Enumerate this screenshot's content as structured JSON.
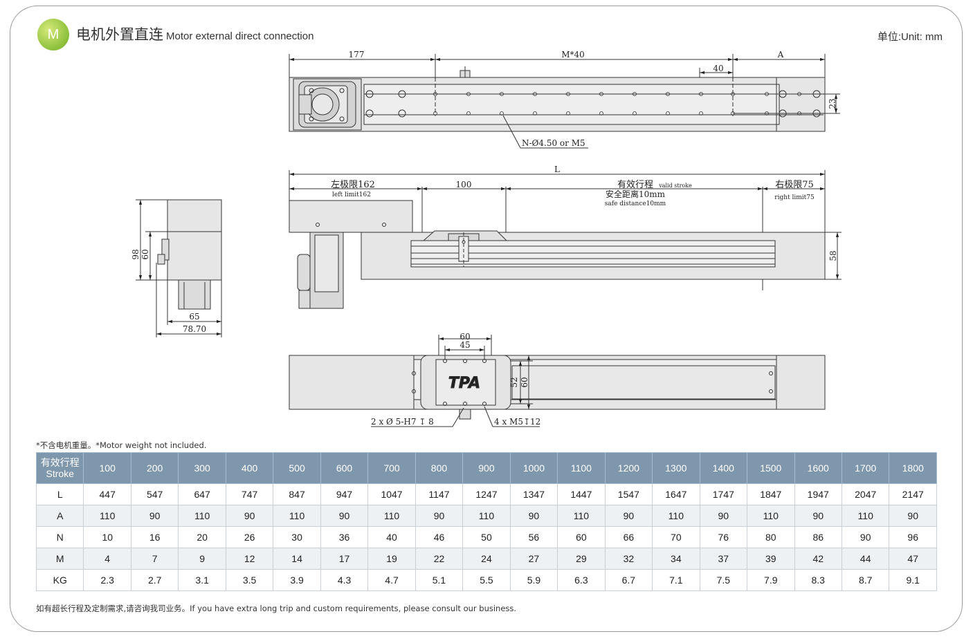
{
  "header": {
    "badge": "M",
    "title_cn": "电机外置直连",
    "title_en": "Motor external direct connection",
    "unit": "单位:Unit: mm"
  },
  "dims": {
    "d177": "177",
    "m40": "M*40",
    "a": "A",
    "d40": "40",
    "d23": "23",
    "hole": "N-Ø4.50 or M5",
    "l": "L",
    "left_limit_cn": "左极限162",
    "left_limit_en": "left limit162",
    "d100": "100",
    "valid_cn": "有效行程",
    "valid_en": "valid stroke",
    "safe_cn": "安全距离10mm",
    "safe_en": "safe distance10mm",
    "right_limit_cn": "右极限75",
    "right_limit_en": "right limit75",
    "d58": "58",
    "d98": "98",
    "d60v": "60",
    "d65": "65",
    "d7870": "78.70",
    "d60": "60",
    "d45": "45",
    "d52": "52",
    "d60b": "60",
    "logo": "TPA",
    "pin": "2 x Ø 5-H7 ↧ 8",
    "screw": "4 x M5↧12"
  },
  "note": "*不含电机重量。*Motor weight not included.",
  "table": {
    "header_cn": "有效行程",
    "header_en": "Stroke",
    "strokes": [
      "100",
      "200",
      "300",
      "400",
      "500",
      "600",
      "700",
      "800",
      "900",
      "1000",
      "1100",
      "1200",
      "1300",
      "1400",
      "1500",
      "1600",
      "1700",
      "1800"
    ],
    "rows": [
      {
        "label": "L",
        "values": [
          "447",
          "547",
          "647",
          "747",
          "847",
          "947",
          "1047",
          "1147",
          "1247",
          "1347",
          "1447",
          "1547",
          "1647",
          "1747",
          "1847",
          "1947",
          "2047",
          "2147"
        ]
      },
      {
        "label": "A",
        "values": [
          "110",
          "90",
          "110",
          "90",
          "110",
          "90",
          "110",
          "90",
          "110",
          "90",
          "110",
          "90",
          "110",
          "90",
          "110",
          "90",
          "110",
          "90"
        ]
      },
      {
        "label": "N",
        "values": [
          "10",
          "16",
          "20",
          "26",
          "30",
          "36",
          "40",
          "46",
          "50",
          "56",
          "60",
          "66",
          "70",
          "76",
          "80",
          "86",
          "90",
          "96"
        ]
      },
      {
        "label": "M",
        "values": [
          "4",
          "7",
          "9",
          "12",
          "14",
          "17",
          "19",
          "22",
          "24",
          "27",
          "29",
          "32",
          "34",
          "37",
          "39",
          "42",
          "44",
          "47"
        ]
      },
      {
        "label": "KG",
        "values": [
          "2.3",
          "2.7",
          "3.1",
          "3.5",
          "3.9",
          "4.3",
          "4.7",
          "5.1",
          "5.5",
          "5.9",
          "6.3",
          "6.7",
          "7.1",
          "7.5",
          "7.9",
          "8.3",
          "8.7",
          "9.1"
        ]
      }
    ]
  },
  "footer": "如有超长行程及定制需求,请咨询我司业务。If you have extra long trip and custom requirements, please consult our business.",
  "colors": {
    "table_header": "#7f97ad",
    "badge": "#8cbf3a",
    "body_fill": "#e6e6e6"
  }
}
